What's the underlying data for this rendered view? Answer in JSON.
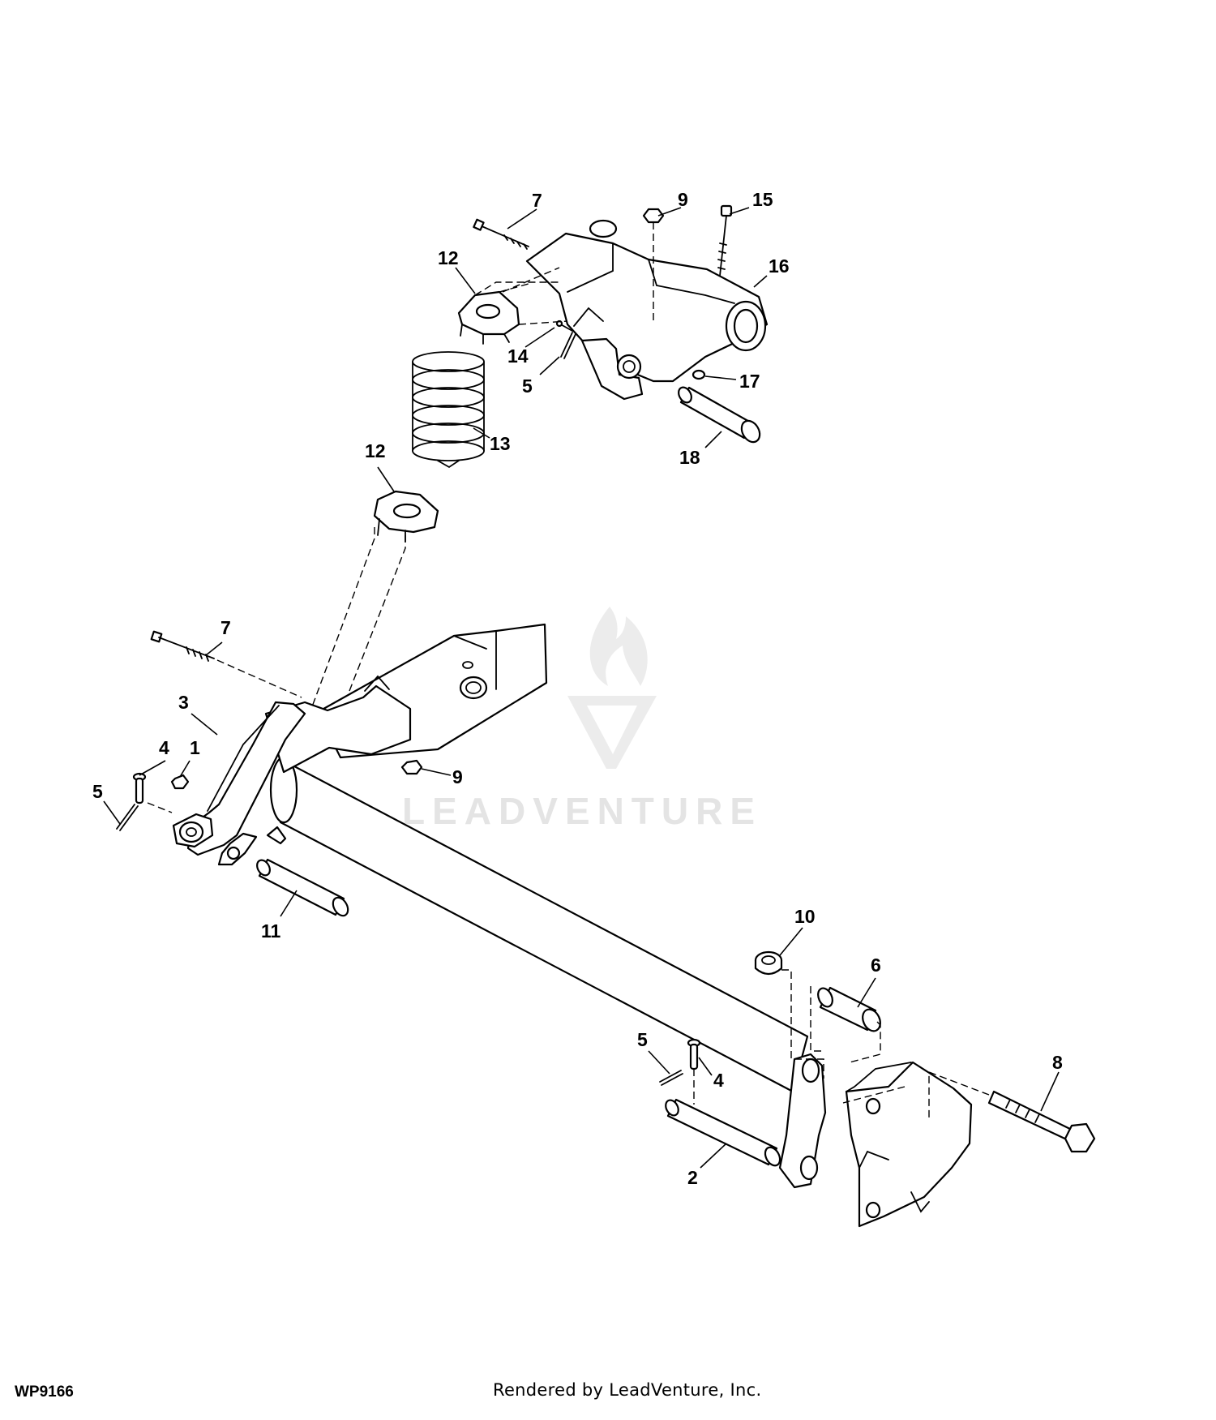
{
  "diagram": {
    "callouts": {
      "c7_top": "7",
      "c9_top": "9",
      "c15": "15",
      "c16": "16",
      "c12_top": "12",
      "c14": "14",
      "c5_top": "5",
      "c17": "17",
      "c13": "13",
      "c18": "18",
      "c12_mid": "12",
      "c7_left": "7",
      "c3": "3",
      "c4_left": "4",
      "c1": "1",
      "c5_left": "5",
      "c9_mid": "9",
      "c11": "11",
      "c10": "10",
      "c6": "6",
      "c5_right": "5",
      "c4_right": "4",
      "c8": "8",
      "c2": "2"
    },
    "watermark": "LEADVENTURE"
  },
  "footer": {
    "figure_code": "WP9166",
    "credit": "Rendered by LeadVenture, Inc."
  }
}
